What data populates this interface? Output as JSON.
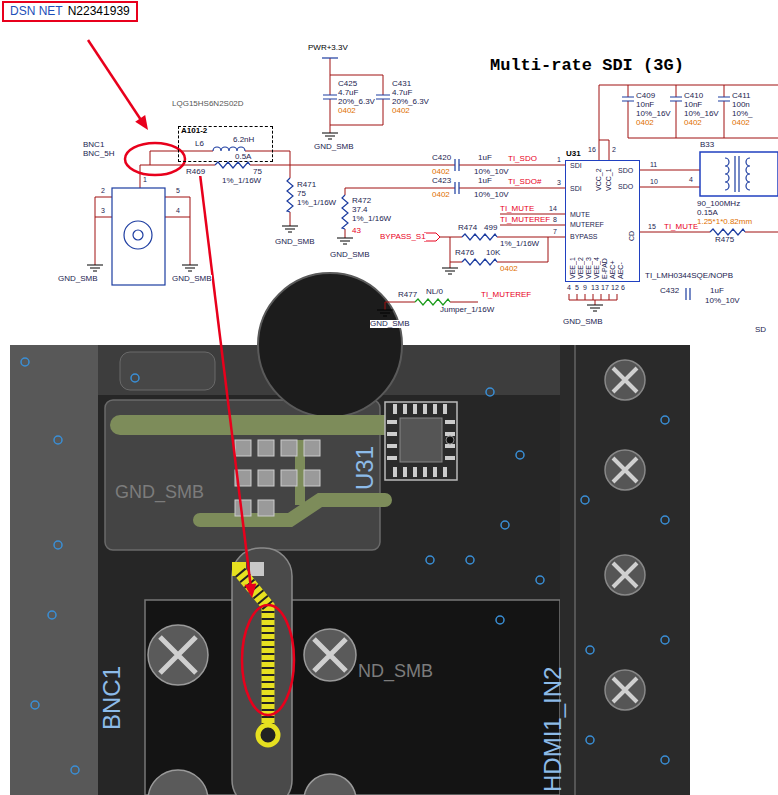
{
  "diagram": {
    "title": "Multi-rate SDI (3G)",
    "nodes": [
      {
        "text": [
          "DSN NET",
          "N22341939"
        ]
      },
      {
        "text": [
          "A101-2",
          "L6",
          "6.2nH",
          "0.5A"
        ]
      },
      {
        "text": [
          "U31",
          "SDI",
          "SDI",
          "MUTE",
          "MUTEREF",
          "BYPASS",
          "VCC_2",
          "VCC_1",
          "SDO",
          "SDO",
          "CD",
          "VEE_1",
          "VEE_2",
          "VEE_3",
          "VEE_4",
          "E-PAD",
          "AEC+",
          "AEC-"
        ]
      }
    ],
    "labels": [
      "PWR+3.3V",
      "C425",
      "4.7uF",
      "20%_6.3V",
      "0402",
      "C431",
      "4.7uF",
      "20%_6.3V",
      "0402",
      "GND_SMB",
      "LQG15HS6N2S02D",
      "BNC1",
      "BNC_5H",
      "R469",
      "75",
      "1%_1/16W",
      "C420",
      "0402",
      "1uF",
      "10%_10V",
      "TI_SDO",
      "C423",
      "0402",
      "1uF",
      "10%_10V",
      "TI_SDO#",
      "R471",
      "75",
      "1%_1/16W",
      "GND_SMB",
      "R472",
      "37.4",
      "1%_1/16W",
      "43",
      "GND_SMB",
      "TI_MUTE",
      "TI_MUTEREF",
      "BYPASS_S1",
      "R474",
      "499",
      "1%_1/16W",
      "R476",
      "10K",
      "0402",
      "R477",
      "NL/0",
      "Jumper_1/16W",
      "TI_MUTEREF",
      "GND_SMB",
      "GND_SMB",
      "TI_LMH0344SQE/NOPB",
      "C432",
      "1uF",
      "10%_10V",
      "TI_MUTE",
      "R475",
      "B33",
      "90_100MHz",
      "0.15A",
      "1.25*1*0.82mm",
      "C409",
      "10nF",
      "10%_16V",
      "0402",
      "C410",
      "10nF",
      "10%_16V",
      "0402",
      "C411",
      "100n",
      "10%_",
      "0402",
      "SD",
      "GND_SMB",
      "GND_SMB",
      "2",
      "3",
      "5",
      "4",
      "1",
      "1",
      "3",
      "14",
      "8",
      "7",
      "16",
      "2",
      "11",
      "10",
      "15",
      "4",
      "5",
      "9",
      "13",
      "17",
      "12",
      "6",
      "4",
      "U31",
      "BNC1",
      "HDMI1_IN2",
      "GND_SMB",
      "ND_SMB"
    ]
  }
}
